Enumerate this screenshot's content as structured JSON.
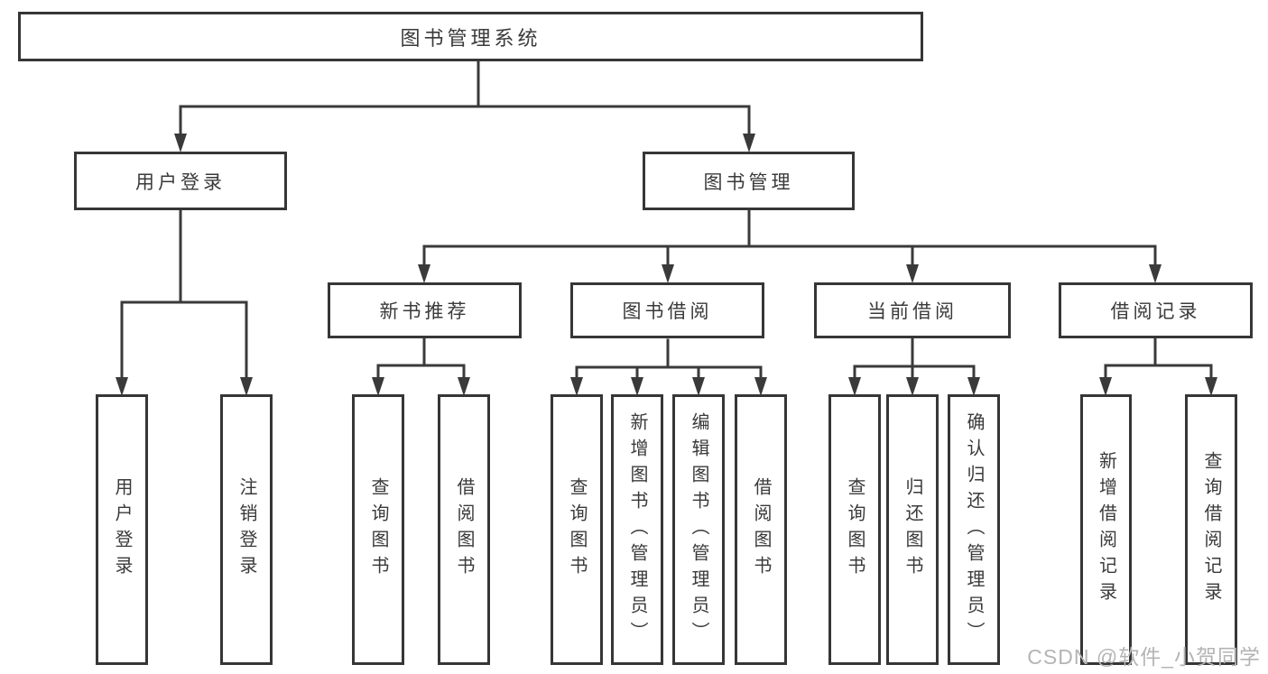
{
  "diagram_type": "hierarchy-tree",
  "tree": {
    "label": "图书管理系统",
    "children": [
      {
        "label": "用户登录",
        "children": [
          {
            "label": "用户登录"
          },
          {
            "label": "注销登录"
          }
        ]
      },
      {
        "label": "图书管理",
        "children": [
          {
            "label": "新书推荐",
            "children": [
              {
                "label": "查询图书"
              },
              {
                "label": "借阅图书"
              }
            ]
          },
          {
            "label": "图书借阅",
            "children": [
              {
                "label": "查询图书"
              },
              {
                "label": "新增图书（管理员）"
              },
              {
                "label": "编辑图书（管理员）"
              },
              {
                "label": "借阅图书"
              }
            ]
          },
          {
            "label": "当前借阅",
            "children": [
              {
                "label": "查询图书"
              },
              {
                "label": "归还图书"
              },
              {
                "label": "确认归还（管理员）"
              }
            ]
          },
          {
            "label": "借阅记录",
            "children": [
              {
                "label": "新增借阅记录"
              },
              {
                "label": "查询借阅记录"
              }
            ]
          }
        ]
      }
    ]
  },
  "watermark": {
    "text": "CSDN @软件_小贺同学"
  },
  "colors": {
    "line": "#3a3a3a",
    "box_border": "#363636",
    "text": "#3a3a3a",
    "watermark": "#b4b4b4",
    "background": "#ffffff"
  }
}
